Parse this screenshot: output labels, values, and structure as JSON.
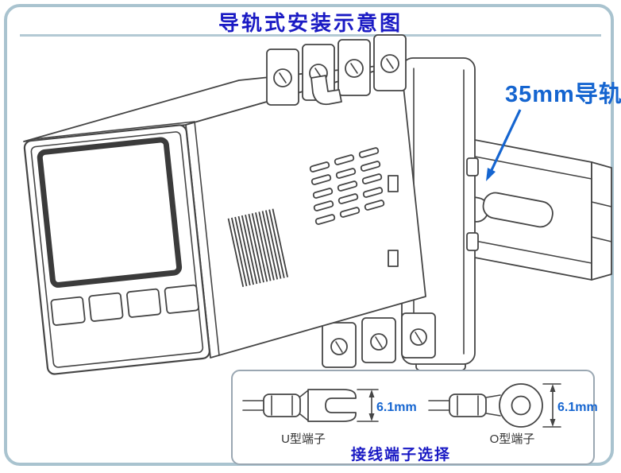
{
  "title": "导轨式安装示意图",
  "rail_annotation": {
    "label": "35mm导轨"
  },
  "terminal_panel": {
    "u_terminal": {
      "label": "U型端子",
      "dimension": "6.1mm"
    },
    "o_terminal": {
      "label": "O型端子",
      "dimension": "6.1mm"
    },
    "caption": "接线端子选择"
  },
  "colors": {
    "frame_border": "#a9c3cf",
    "title_text": "#1a1ac4",
    "annotation_blue": "#1565d0",
    "line_art": "#454545"
  }
}
